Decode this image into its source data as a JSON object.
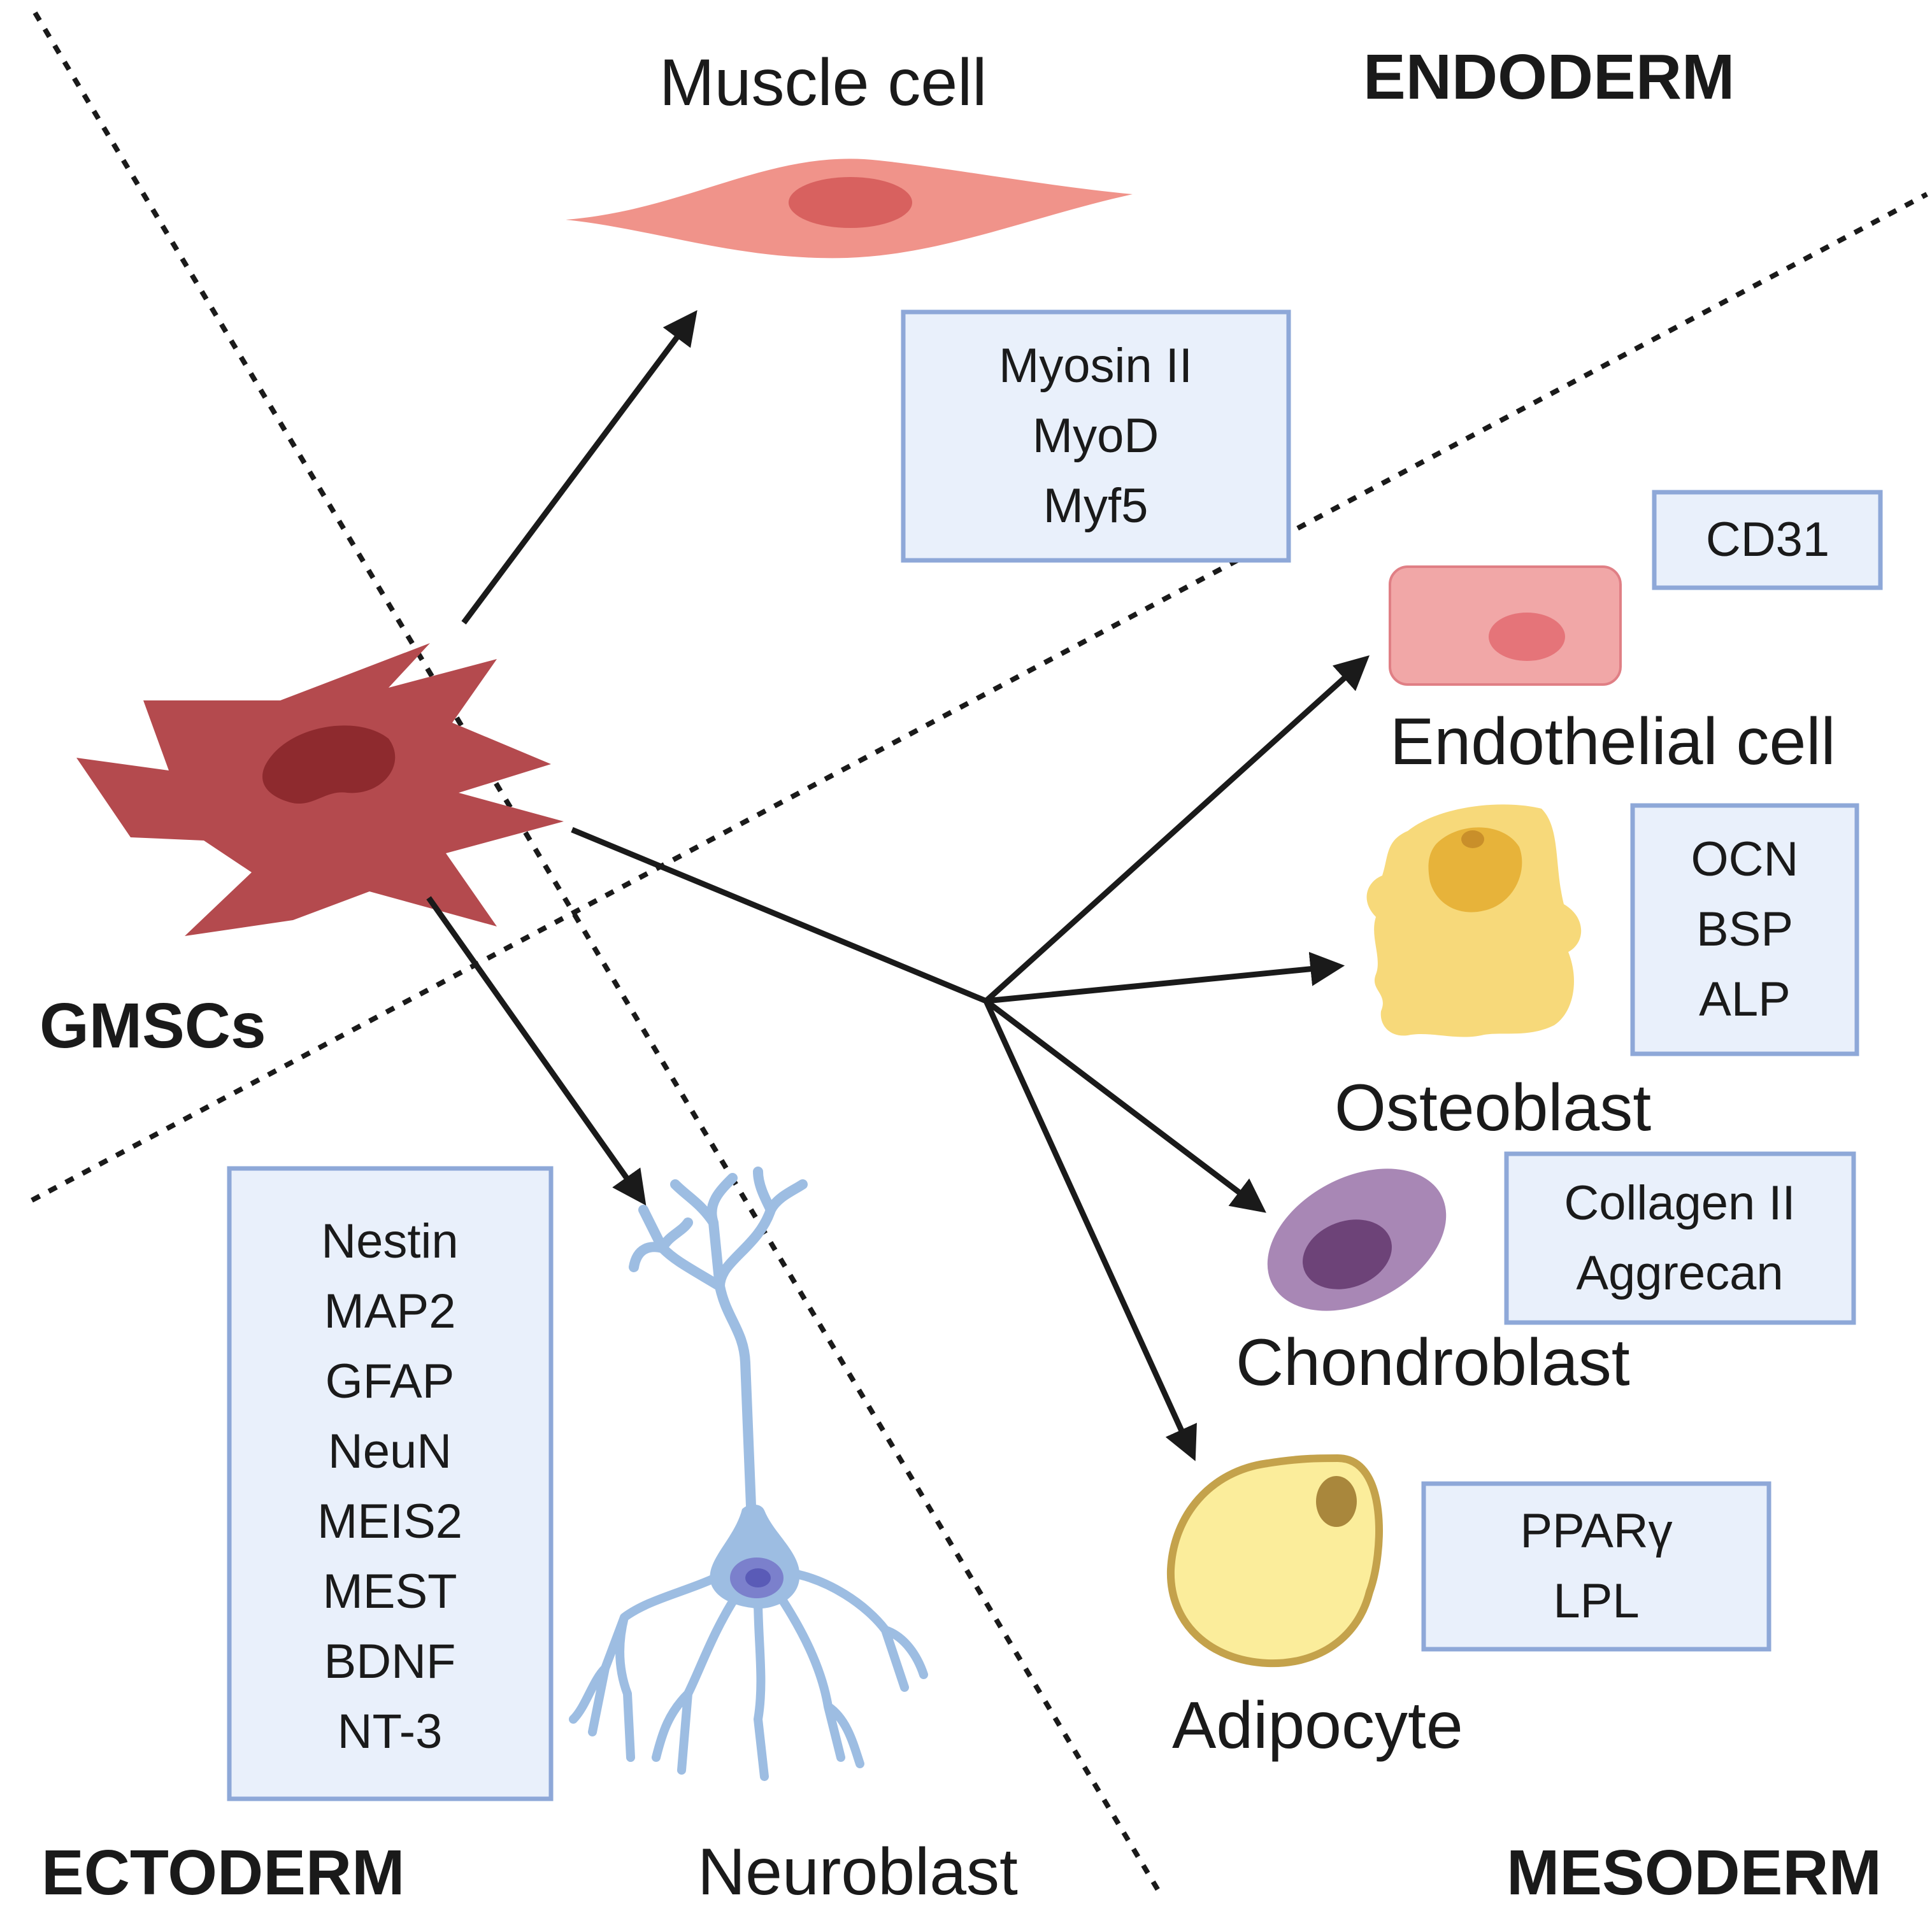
{
  "germ_layers": {
    "endoderm": "ENDODERM",
    "ectoderm": "ECTODERM",
    "mesoderm": "MESODERM"
  },
  "source_cell": "GMSCs",
  "cells": {
    "muscle": {
      "label": "Muscle cell",
      "markers": [
        "Myosin II",
        "MyoD",
        "Myf5"
      ]
    },
    "endothelial": {
      "label": "Endothelial cell",
      "markers": [
        "CD31"
      ]
    },
    "osteoblast": {
      "label": "Osteoblast",
      "markers": [
        "OCN",
        "BSP",
        "ALP"
      ]
    },
    "chondroblast": {
      "label": "Chondroblast",
      "markers": [
        "Collagen II",
        "Aggrecan"
      ]
    },
    "adipocyte": {
      "label": "Adipocyte",
      "markers": [
        "PPARγ",
        "LPL"
      ]
    },
    "neuroblast": {
      "label": "Neuroblast",
      "markers": [
        "Nestin",
        "MAP2",
        "GFAP",
        "NeuN",
        "MEIS2",
        "MEST",
        "BDNF",
        "NT-3"
      ]
    }
  },
  "colors": {
    "gmsc": "#b44a4e",
    "gmsc_nucleus": "#8e2a2e",
    "muscle": "#f0938a",
    "muscle_nucleus": "#d8615f",
    "endothelial": "#f1a7a7",
    "endothelial_nucleus": "#e57479",
    "osteoblast": "#f7d97a",
    "osteoblast_nucleus": "#e7b33a",
    "chondroblast": "#a887b5",
    "chondroblast_nucleus": "#6d4378",
    "adipocyte": "#fbed9b",
    "adipocyte_outline": "#c4a24b",
    "neuron": "#9dbde2",
    "neuron_nucleus": "#5a5bb7",
    "marker_box_fill": "#e9f0fb",
    "marker_box_border": "#8ea8d8"
  }
}
